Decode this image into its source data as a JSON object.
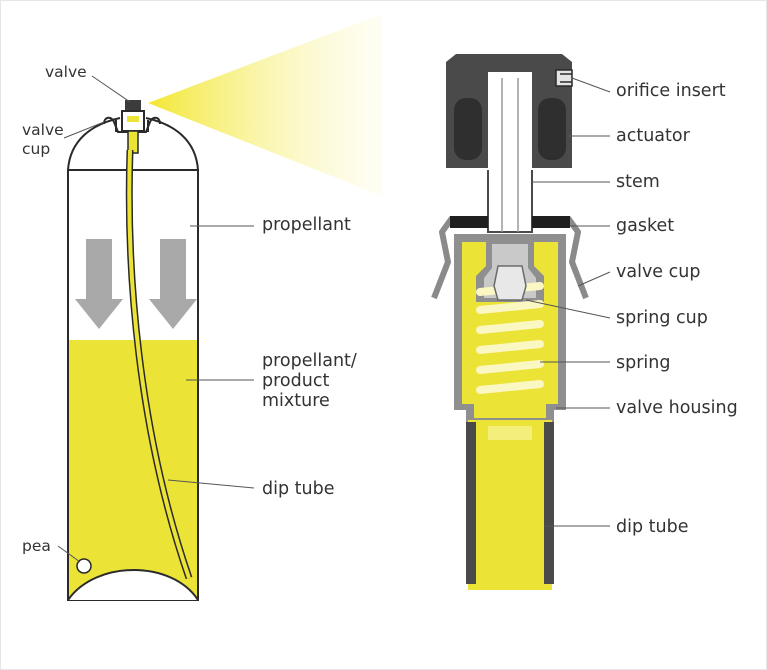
{
  "left_diagram": {
    "labels": {
      "valve": "valve",
      "valve_cup_line1": "valve",
      "valve_cup_line2": "cup",
      "propellant": "propellant",
      "mixture_line1": "propellant/",
      "mixture_line2": "product",
      "mixture_line3": "mixture",
      "dip_tube": "dip tube",
      "pea": "pea"
    }
  },
  "right_diagram": {
    "labels": {
      "orifice_insert": "orifice insert",
      "actuator": "actuator",
      "stem": "stem",
      "gasket": "gasket",
      "valve_cup": "valve cup",
      "spring_cup": "spring cup",
      "spring": "spring",
      "valve_housing": "valve housing",
      "dip_tube": "dip tube"
    }
  },
  "colors": {
    "product_yellow": "#ece337",
    "pale_yellow": "#f7f29b",
    "can_outline": "#2a2a2a",
    "actuator_dark": "#4a4a4a",
    "gasket_black": "#1f1f1f",
    "arrow_gray": "#aaaaaa",
    "spray_yellow": "#f5ec4a"
  }
}
